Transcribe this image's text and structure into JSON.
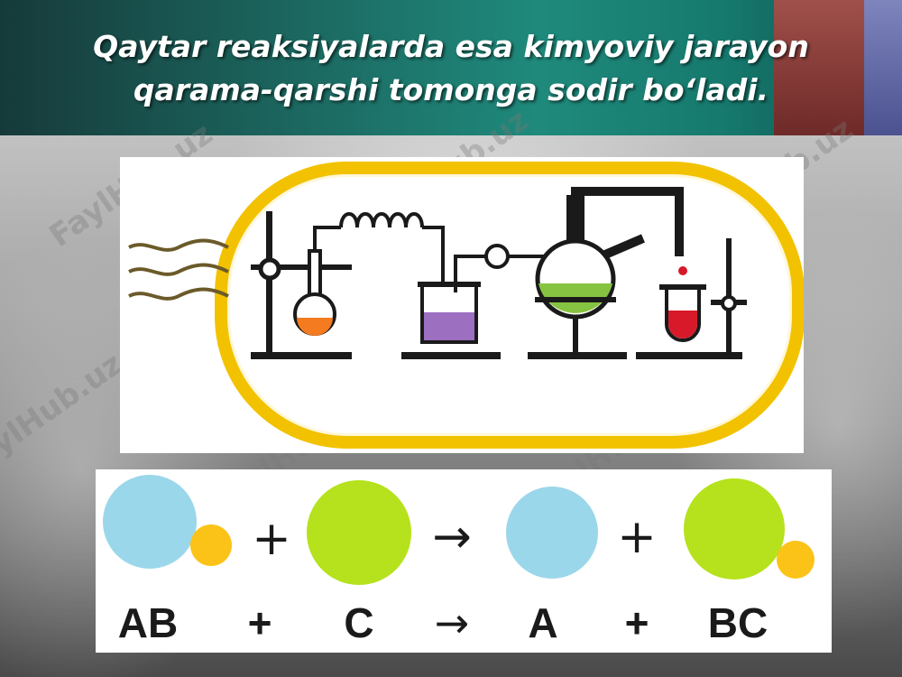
{
  "slide": {
    "title_line1": "Qaytar reaksiyalarda esa kimyoviy jarayon",
    "title_line2": "qarama-qarshi tomonga sodir bo‘ladi."
  },
  "equation": {
    "term_ab": "AB",
    "plus1": "+",
    "term_c": "C",
    "arrow": "→",
    "term_a": "A",
    "plus2": "+",
    "term_bc": "BC",
    "symbol_plus": "+",
    "symbol_arrow": "→"
  },
  "watermark": {
    "text": "FaylHub.uz"
  },
  "colors": {
    "banner": "#1c6a62",
    "ring": "#f2c200",
    "blue_ball": "#9bd7ea",
    "green_ball": "#b5e21c",
    "small_ball": "#fbc318",
    "orange_liquid": "#f47b20",
    "purple_liquid": "#9c6fc0",
    "green_liquid": "#86c341",
    "red_liquid": "#d7192a"
  }
}
